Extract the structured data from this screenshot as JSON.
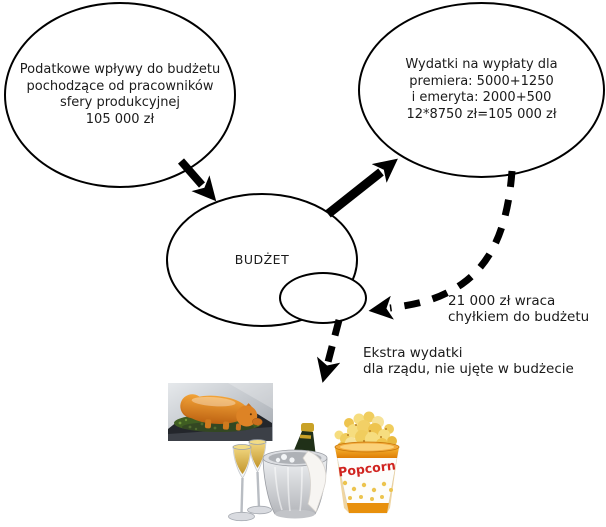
{
  "bubbles": {
    "tax": {
      "lines": [
        "Podatkowe wpływy do budżetu",
        "pochodzące od pracowników",
        "sfery produkcyjnej",
        "105 000 zł"
      ]
    },
    "payroll": {
      "lines": [
        "Wydatki na wypłaty dla",
        "premiera: 5000+1250",
        "i emeryta: 2000+500",
        "12*8750 zł=105 000 zł"
      ]
    },
    "budget": {
      "label": "BUDŻET"
    }
  },
  "notes": {
    "return": {
      "lines": [
        "21 000 zł wraca",
        "chyłkiem do budżetu"
      ]
    },
    "extra": {
      "lines": [
        "Ekstra wydatki",
        "dla rządu, nie ujęte w budżecie"
      ]
    }
  },
  "popcorn_label": "Popcorn",
  "icons": {
    "pig": "roast-pig-photo",
    "champagne": "champagne-flutes-and-ice-bucket-photo",
    "popcorn": "popcorn-bucket-photo"
  },
  "colors": {
    "ink": "#000000",
    "text": "#1b1b1b",
    "pig_body": "#e08a20",
    "champagne_gold": "#ddb84a",
    "popcorn_orange": "#e8900c",
    "popcorn_red": "#d0241f"
  }
}
